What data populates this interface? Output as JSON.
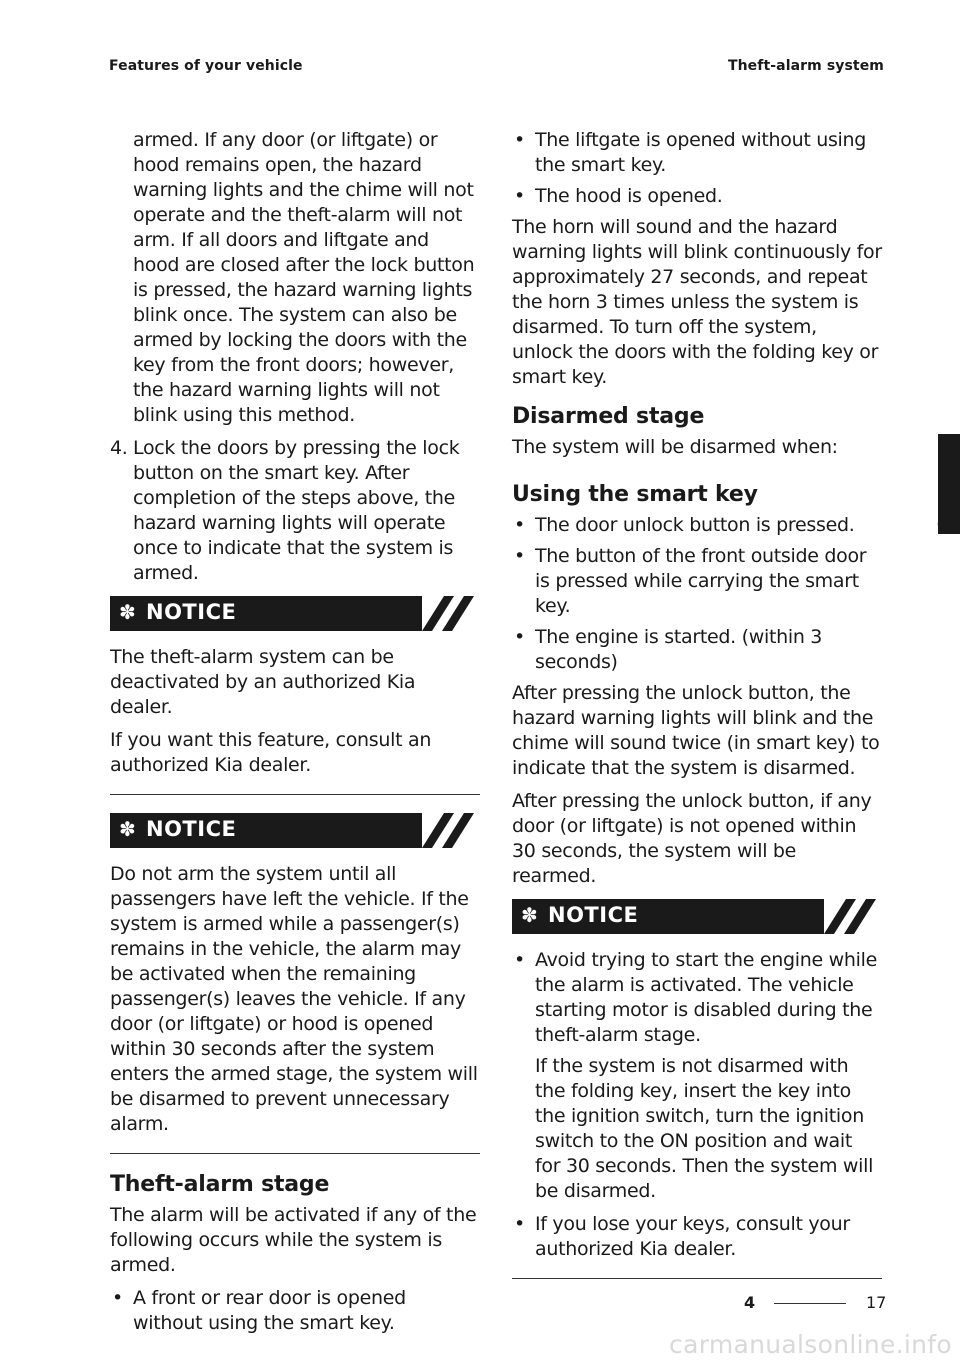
{
  "header": {
    "left": "Features of your vehicle",
    "right": "Theft-alarm system"
  },
  "left": {
    "cont_paragraph": "armed. If any door (or liftgate) or hood remains open, the hazard warning lights and the chime will not operate and the theft-alarm will not arm. If all doors and liftgate and hood are closed after the lock button is pressed, the hazard warning lights blink once. The system can also be armed by locking the doors with the key from the front doors; however, the hazard warning lights will not blink using this method.",
    "step4_num": "4.",
    "step4_text": "Lock the doors by pressing the lock button on the smart key. After completion of the steps above, the hazard warning lights will operate once to indicate that the system is armed.",
    "notice1": {
      "label": "NOTICE",
      "p1": "The theft-alarm system can be deactivated by an authorized Kia dealer.",
      "p2": "If you want this feature, consult an authorized Kia dealer."
    },
    "notice2": {
      "label": "NOTICE",
      "p1": "Do not arm the system until all passengers have left the vehicle. If the system is armed while a passenger(s) remains in the vehicle, the alarm may be activated when the remaining passenger(s) leaves the vehicle. If any door (or liftgate) or hood is opened within 30 seconds after the system enters the armed stage, the system will be disarmed to prevent unnecessary alarm."
    },
    "theft_heading": "Theft-alarm stage",
    "theft_intro": "The alarm will be activated if any of the following occurs while the system is armed.",
    "theft_bullet1": "A front or rear door is opened without using the smart key."
  },
  "right": {
    "bullet1": "The liftgate is opened without using the smart key.",
    "bullet2": "The hood is opened.",
    "horn_paragraph": "The horn will sound and the hazard warning lights will blink continuously for approximately 27 seconds, and repeat the horn 3 times unless the system is disarmed. To turn off the system, unlock the doors with the folding key or smart key.",
    "disarmed_heading": "Disarmed stage",
    "disarmed_intro": "The system will be disarmed when:",
    "smartkey_heading": "Using the smart key",
    "sk_bullet1": "The door unlock button is pressed.",
    "sk_bullet2": "The button of the front outside door is pressed while carrying the smart key.",
    "sk_bullet3": "The engine is started. (within 3 seconds)",
    "after1": "After pressing the unlock button, the hazard warning lights will blink and the chime will sound twice (in smart key) to indicate that the system is disarmed.",
    "after2": "After pressing the unlock button, if any door (or liftgate) is not opened within 30 seconds, the system will be rearmed.",
    "notice3": {
      "label": "NOTICE",
      "b1": "Avoid trying to start the engine while the alarm is activated. The vehicle starting motor is disabled during the theft-alarm stage.",
      "b1_sub": "If the system is not disarmed with the folding key, insert the key into the ignition switch, turn the ignition switch to the ON position and wait for 30 seconds. Then the system will be disarmed.",
      "b2": "If you lose your keys, consult your authorized Kia dealer."
    }
  },
  "tab": "4",
  "footer": {
    "chapter": "4",
    "page": "17"
  },
  "watermark": "carmanualsonline.info",
  "icons": {
    "notice_mark": "✽",
    "bullet": "•"
  }
}
